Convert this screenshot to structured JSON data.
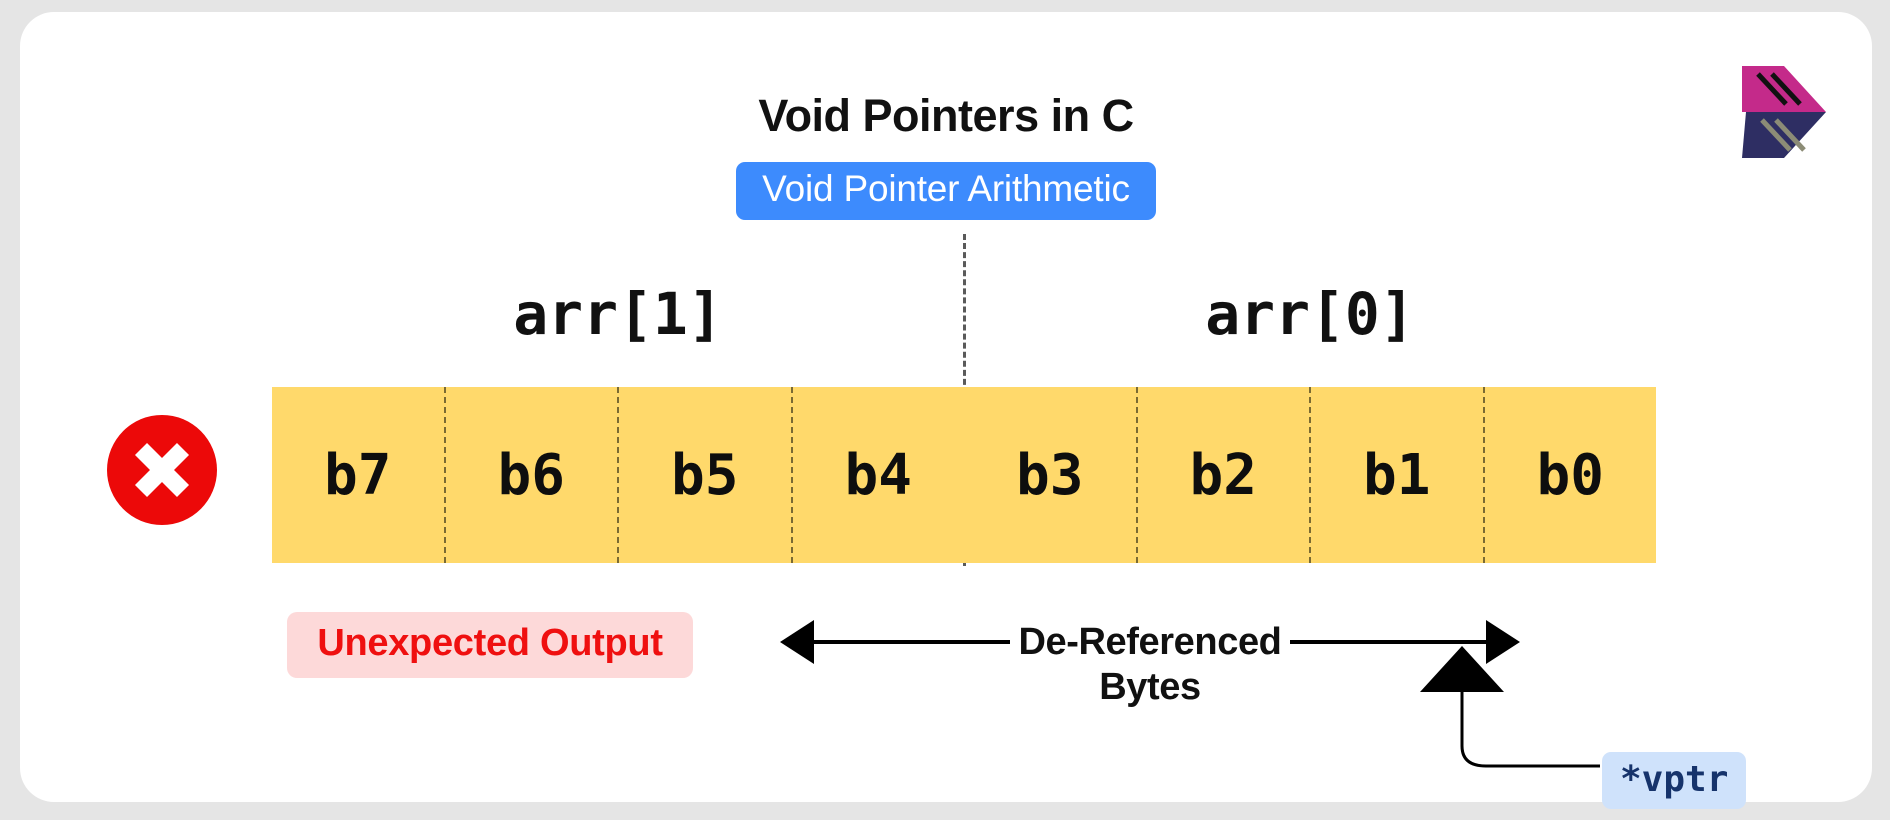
{
  "canvas": {
    "background_color": "#e5e5e5",
    "card_background": "#ffffff"
  },
  "header": {
    "title": "Void Pointers in C",
    "subtitle_badge": {
      "label": "Void Pointer Arithmetic",
      "background_color": "#3d8bfd",
      "text_color": "#ffffff"
    }
  },
  "logo": {
    "name": "brand-chevron-logo",
    "top_color": "#c42a8a",
    "bottom_color": "#2e2e63"
  },
  "diagram": {
    "array_labels": [
      {
        "text": "arr[1]",
        "span": "left-half"
      },
      {
        "text": "arr[0]",
        "span": "right-half"
      }
    ],
    "split_divider": {
      "style": "dashed",
      "color": "#5a5a5a"
    },
    "byte_cells": [
      {
        "label": "b7"
      },
      {
        "label": "b6"
      },
      {
        "label": "b5"
      },
      {
        "label": "b4"
      },
      {
        "label": "b3"
      },
      {
        "label": "b2"
      },
      {
        "label": "b1"
      },
      {
        "label": "b0"
      }
    ],
    "cell_fill_color": "#ffd96b",
    "cell_divider_color": "#7a6a32",
    "error_icon": {
      "name": "error-x-circle-icon",
      "circle_color": "#ec0909",
      "mark_color": "#ffffff"
    },
    "unexpected_badge": {
      "label": "Unexpected Output",
      "background_color": "#fdd9d9",
      "text_color": "#ef1010"
    },
    "deref_caption": {
      "line1": "De-Referenced",
      "line2": "Bytes"
    },
    "deref_arrow": {
      "name": "double-headed-arrow",
      "color": "#000000"
    },
    "vptr_pointer": {
      "label": "*vptr",
      "background_color": "#cfe2fb",
      "text_color": "#16336b",
      "connector": "curved-line-to-up-triangle"
    }
  }
}
